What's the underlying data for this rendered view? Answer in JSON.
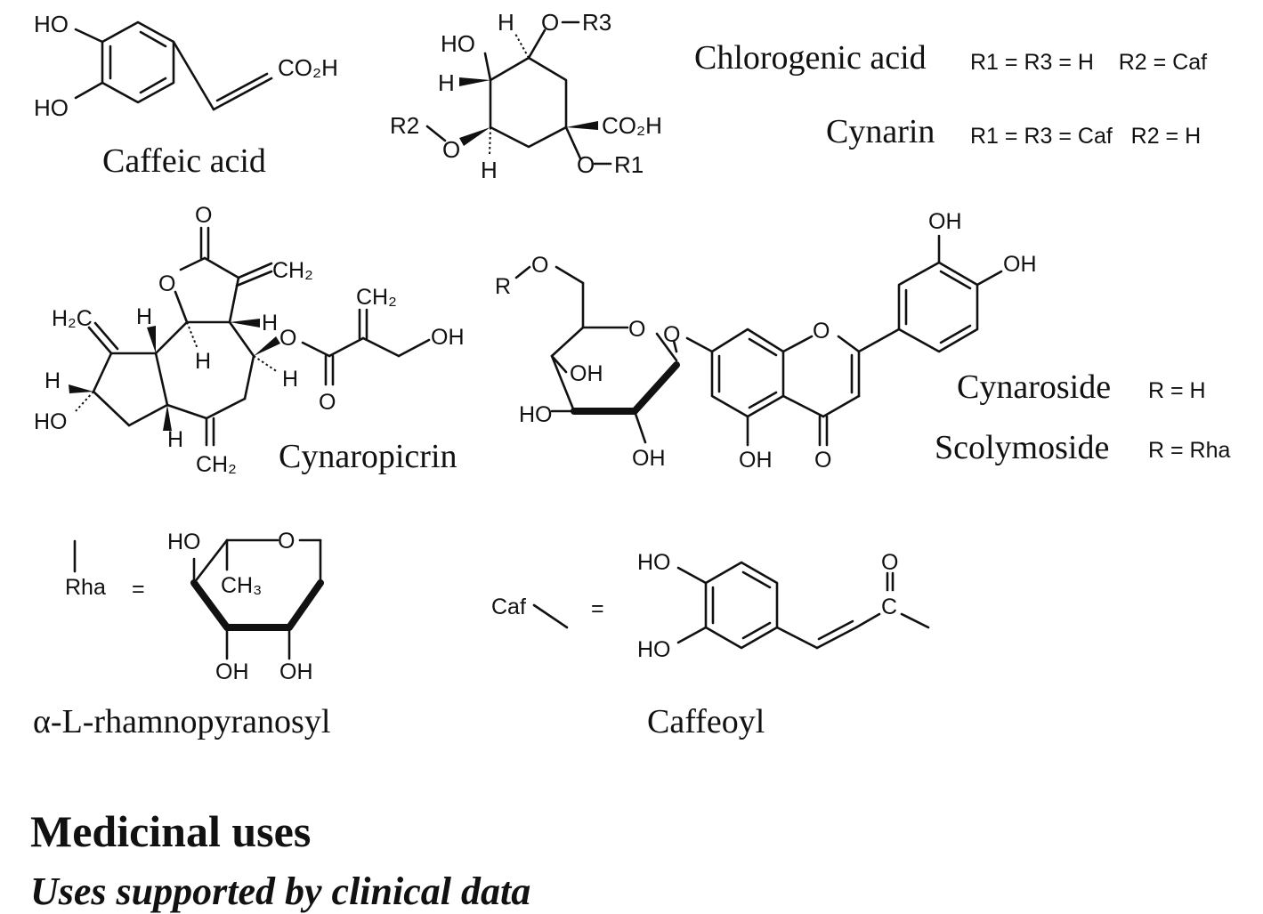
{
  "labels": {
    "caffeic_acid": "Caffeic acid",
    "chlorogenic_acid": "Chlorogenic acid",
    "chlorogenic_subst": "R1 = R3 = H    R2 = Caf",
    "cynarin": "Cynarin",
    "cynarin_subst": "R1 = R3 = Caf   R2 = H",
    "cynaropicrin": "Cynaropicrin",
    "cynaroside": "Cynaroside",
    "cynaroside_subst": "R = H",
    "scolymoside": "Scolymoside",
    "scolymoside_subst": "R = Rha",
    "rhamnopyranosyl": "α-L-rhamnopyranosyl",
    "caffeoyl": "Caffeoyl"
  },
  "atoms": {
    "HO": "HO",
    "OH": "OH",
    "O": "O",
    "H": "H",
    "R": "R",
    "R1": "R1",
    "R2": "R2",
    "R3": "R3",
    "CO2H": "CO₂H",
    "CH2": "CH₂",
    "H2C": "H₂C",
    "CH3": "CH₃",
    "Rha": "Rha",
    "Caf": "Caf",
    "eq": "=",
    "C": "C"
  },
  "section": {
    "title": "Medicinal uses",
    "subtitle": "Uses supported by clinical data"
  }
}
